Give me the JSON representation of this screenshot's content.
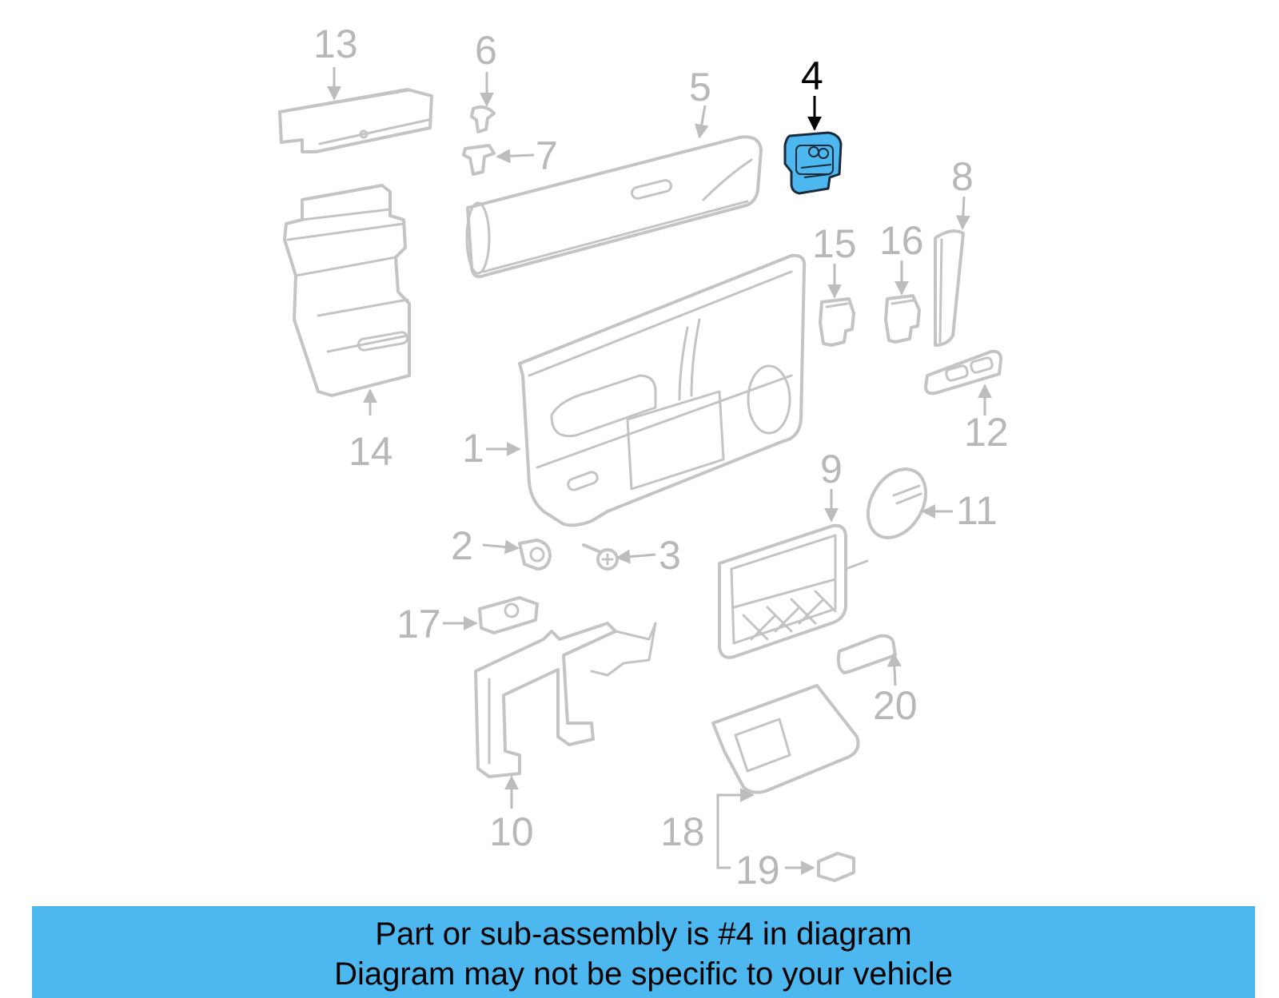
{
  "colors": {
    "highlight_fill": "#4db8f0",
    "part_stroke": "#c4c4c4",
    "label_gray": "#b8b8b8",
    "highlight_label": "#000000",
    "banner_bg": "#4db8f0"
  },
  "callouts": {
    "c1": "1",
    "c2": "2",
    "c3": "3",
    "c4": "4",
    "c5": "5",
    "c6": "6",
    "c7": "7",
    "c8": "8",
    "c9": "9",
    "c10": "10",
    "c11": "11",
    "c12": "12",
    "c13": "13",
    "c14": "14",
    "c15": "15",
    "c16": "16",
    "c17": "17",
    "c18": "18",
    "c19": "19",
    "c20": "20"
  },
  "highlighted_part": "4",
  "banner": {
    "line1": "Part or sub-assembly is #4 in diagram",
    "line2": "Diagram may not be specific to your vehicle"
  }
}
